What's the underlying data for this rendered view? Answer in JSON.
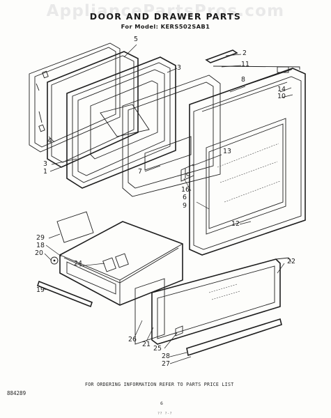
{
  "watermark": "AppliancePartsPros.com",
  "header": {
    "title": "DOOR AND DRAWER PARTS",
    "model_line": "For Model: KERS502SAB1"
  },
  "callouts": {
    "c5": "5",
    "c2": "2",
    "c11": "11",
    "c3": "3",
    "c8": "8",
    "c14": "14",
    "c10": "10",
    "c4": "4",
    "c3b": "3",
    "c1": "1",
    "c7": "7",
    "c13": "13",
    "c16": "16",
    "c6": "6",
    "c9": "9",
    "c12": "12",
    "c29": "29",
    "c18": "18",
    "c20": "20",
    "c24": "24",
    "c22": "22",
    "c19": "19",
    "c26": "26",
    "c21": "21",
    "c25": "25",
    "c28": "28",
    "c27": "27"
  },
  "footer": {
    "ordering_note": "FOR ORDERING INFORMATION REFER TO PARTS PRICE LIST",
    "doc_number": "884289",
    "page_number": "6",
    "scan_mark": "?? ?-?"
  }
}
